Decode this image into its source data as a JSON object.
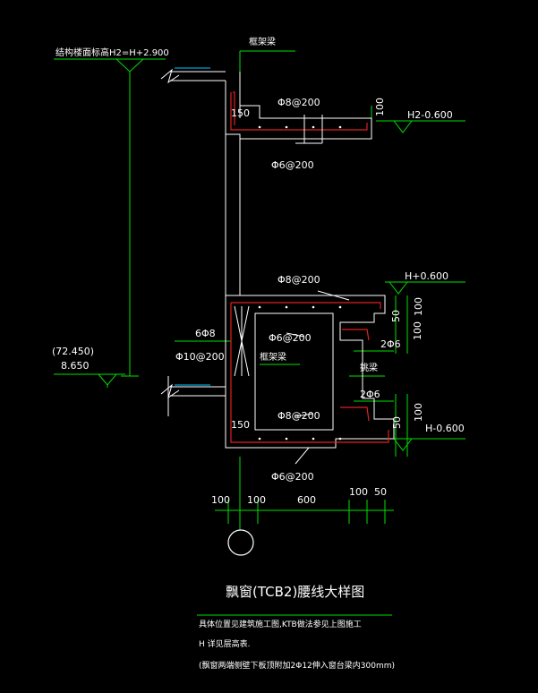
{
  "labels": {
    "struct_floor_level": "结构楼面标高H2=H+2.900",
    "frame_beam_top": "框架梁",
    "frame_beam_mid": "框架梁",
    "sill_beam": "挑梁",
    "dim_150_top": "150",
    "dim_150_bottom": "150",
    "rebar_top_1": "Φ8@200",
    "rebar_top_2": "Φ6@200",
    "rebar_mid_1": "Φ8@200",
    "rebar_mid_2": "Φ6@200",
    "rebar_mid_3": "Φ8@200",
    "rebar_bottom": "Φ6@200",
    "rebar_6phi8": "6Φ8",
    "rebar_phi10": "Φ10@200",
    "rebar_2phi6_a": "2Φ6",
    "rebar_2phi6_b": "2Φ6",
    "level_h2_minus": "H2-0.600",
    "level_h_plus": "H+0.600",
    "level_h_minus": "H-0.600",
    "dim_100_slab": "100",
    "dim_50_a": "50",
    "dim_100_a": "100",
    "dim_100_b": "100",
    "dim_50_b": "50",
    "dim_100_c": "100",
    "elev_paren": "(72.450)",
    "elev_value": "8.650"
  },
  "dims_bottom": [
    "100",
    "100",
    "600",
    "100",
    "50"
  ],
  "axis_circle_label": "",
  "title": "飘窗(TCB2)腰线大样图",
  "notes": [
    "具体位置见建筑施工图,KTB做法参见上图施工",
    "H 详见层高表.",
    "(飘窗两端侧壁下板顶附加2Φ12伸入窗台梁内300mm)"
  ]
}
